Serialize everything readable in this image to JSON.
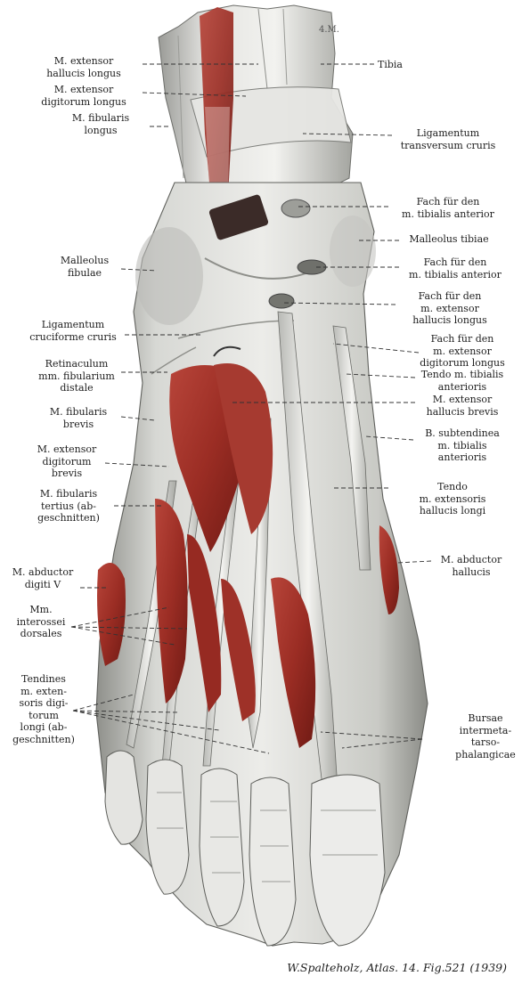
{
  "figure": {
    "caption": "W.Spalteholz, Atlas. 14. Fig.521 (1939)",
    "corner_mark": "4.M.",
    "colors": {
      "muscle": "#a8352c",
      "muscle_dark": "#6e1a14",
      "tendon": "#e6e6e3",
      "tissue": "#cfd0cc",
      "shadow": "#8c8c88",
      "leader": "#333333"
    }
  },
  "labels": {
    "left": [
      {
        "id": "ext-hall-long",
        "lines": [
          "M. extensor",
          "hallucis longus"
        ]
      },
      {
        "id": "ext-dig-long",
        "lines": [
          "M. extensor",
          "digitorum longus"
        ]
      },
      {
        "id": "fib-long",
        "lines": [
          "M. fibularis",
          "longus"
        ]
      },
      {
        "id": "malleolus-fib",
        "lines": [
          "Malleolus",
          "fibulae"
        ]
      },
      {
        "id": "lig-cruc",
        "lines": [
          "Ligamentum",
          "cruciforme cruris"
        ]
      },
      {
        "id": "retinaculum",
        "lines": [
          "Retinaculum",
          "mm. fibularium",
          "distale"
        ]
      },
      {
        "id": "fib-brevis",
        "lines": [
          "M. fibularis",
          "brevis"
        ]
      },
      {
        "id": "ext-dig-brevis",
        "lines": [
          "M. extensor",
          "digitorum",
          "brevis"
        ]
      },
      {
        "id": "fib-tertius",
        "lines": [
          "M. fibularis",
          "tertius (ab-",
          "geschnitten)"
        ]
      },
      {
        "id": "abd-dig-v",
        "lines": [
          "M. abductor",
          "digiti V"
        ]
      },
      {
        "id": "interossei",
        "lines": [
          "Mm.",
          "interossei",
          "dorsales"
        ]
      },
      {
        "id": "tendines",
        "lines": [
          "Tendines",
          "m. exten-",
          "soris digi-",
          "torum",
          "longi (ab-",
          "geschnitten)"
        ]
      }
    ],
    "right": [
      {
        "id": "tibia",
        "lines": [
          "Tibia"
        ]
      },
      {
        "id": "lig-transv",
        "lines": [
          "Ligamentum",
          "transversum cruris"
        ]
      },
      {
        "id": "fach-tib-1",
        "lines": [
          "Fach für den",
          "m. tibialis anterior"
        ]
      },
      {
        "id": "malleolus-tib",
        "lines": [
          "Malleolus tibiae"
        ]
      },
      {
        "id": "fach-tib-2",
        "lines": [
          "Fach für den",
          "m. tibialis anterior"
        ]
      },
      {
        "id": "fach-ext-hall",
        "lines": [
          "Fach für den",
          "m. extensor",
          "hallucis longus"
        ]
      },
      {
        "id": "fach-ext-dig",
        "lines": [
          "Fach für den",
          "m. extensor",
          "digitorum longus"
        ]
      },
      {
        "id": "tendo-tib",
        "lines": [
          "Tendo m. tibialis",
          "anterioris"
        ]
      },
      {
        "id": "ext-hall-brevis",
        "lines": [
          "M. extensor",
          "hallucis brevis"
        ]
      },
      {
        "id": "bursa-sub",
        "lines": [
          "B. subtendinea",
          "m. tibialis",
          "anterioris"
        ]
      },
      {
        "id": "tendo-ext-hall",
        "lines": [
          "Tendo",
          "m. extensoris",
          "hallucis longi"
        ]
      },
      {
        "id": "abd-hall",
        "lines": [
          "M. abductor",
          "hallucis"
        ]
      },
      {
        "id": "bursae",
        "lines": [
          "Bursae",
          "intermeta-",
          "tarso-",
          "phalangicae"
        ]
      }
    ]
  }
}
